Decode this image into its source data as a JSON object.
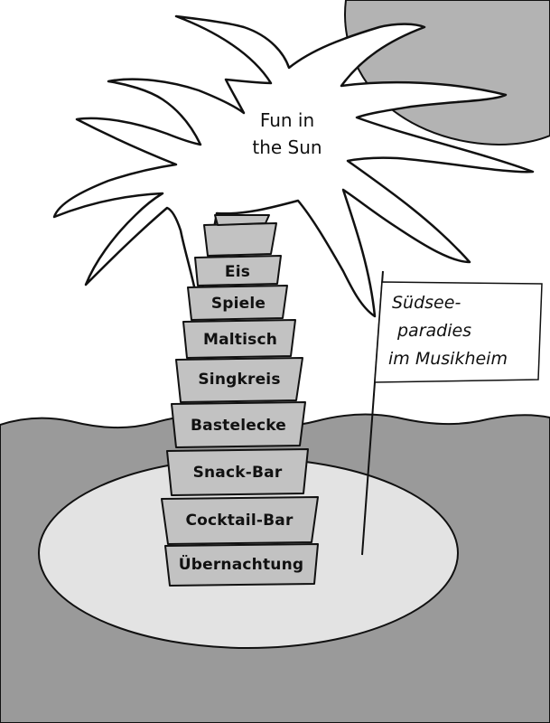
{
  "crown_text": {
    "line1": "Fun in",
    "line2": "the Sun"
  },
  "trunk_labels": [
    "Eis",
    "Spiele",
    "Maltisch",
    "Singkreis",
    "Bastelecke",
    "Snack-Bar",
    "Cocktail-Bar",
    "Übernachtung"
  ],
  "flag_text": {
    "line1": "Südsee-",
    "line2": "paradies",
    "line3": "im Musikheim"
  },
  "colors": {
    "sky": "#ffffff",
    "sun": "#b3b3b3",
    "sea": "#9a9a9a",
    "sand": "#e3e3e3",
    "trunk": "#c2c2c2",
    "outline": "#111111"
  }
}
